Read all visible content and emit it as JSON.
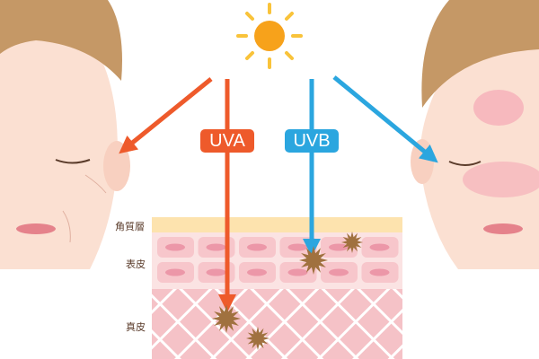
{
  "labels": {
    "uva": "UVA",
    "uvb": "UVB"
  },
  "layers": {
    "stratum_corneum": "角質層",
    "epidermis": "表皮",
    "dermis": "真皮"
  },
  "colors": {
    "uva": "#ee5a2b",
    "uvb": "#2ba6df",
    "sun": "#f7a21b",
    "spot": "#a0713f"
  }
}
